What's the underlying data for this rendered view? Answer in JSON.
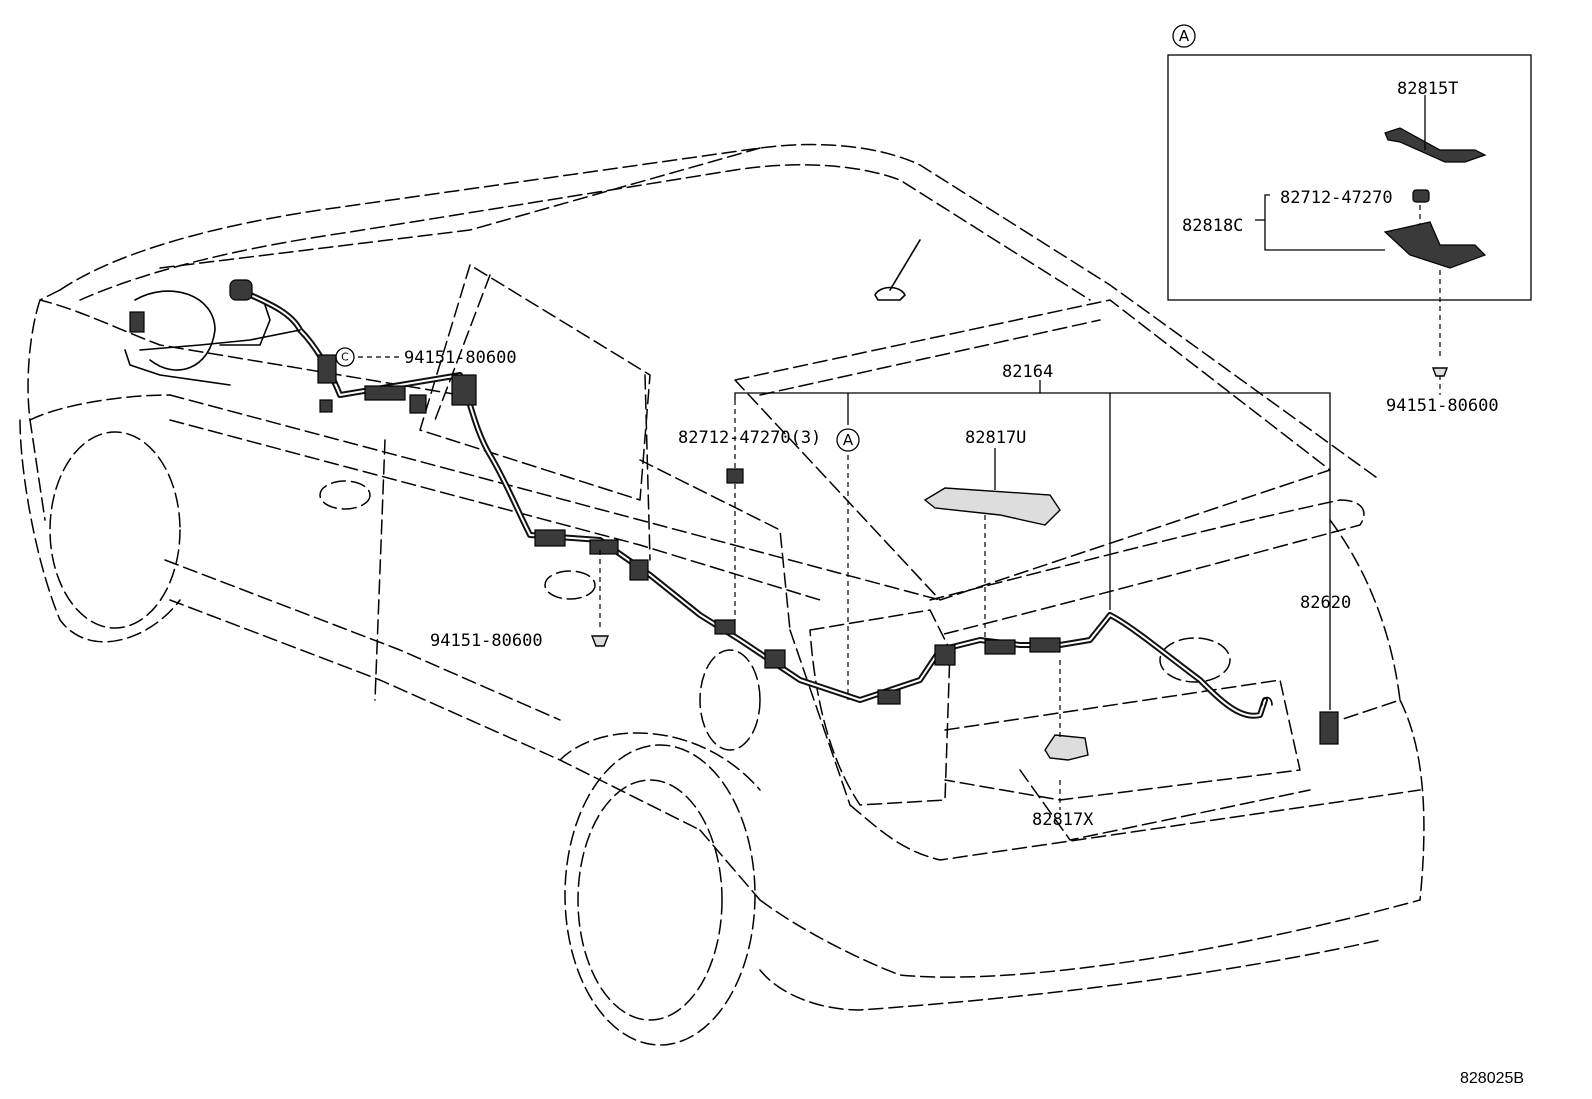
{
  "parts": {
    "p82815T": "82815T",
    "p82712_inset": "82712-47270",
    "p82818C": "82818C",
    "p94151_inset": "94151-80600",
    "p94151_top": "94151-80600",
    "p82164": "82164",
    "p82712_main": "82712-47270(3)",
    "p82817U": "82817U",
    "p82620": "82620",
    "p94151_mid": "94151-80600",
    "p82817X": "82817X"
  },
  "refs": {
    "inset_ref": "A",
    "main_ref": "A",
    "small_ref": "C"
  },
  "diagram_code": "828025B"
}
